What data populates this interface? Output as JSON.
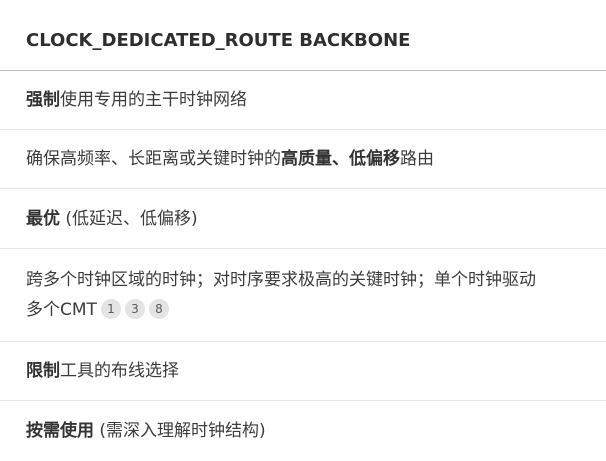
{
  "title": "CLOCK_DEDICATED_ROUTE BACKBONE",
  "rows": [
    {
      "strong": "强制",
      "rest": "使用专用的主干时钟网络"
    },
    {
      "lead": "确保高频率、长距离或关键时钟的",
      "strong": "高质量、低偏移",
      "rest": "路由"
    },
    {
      "strong": "最优",
      "rest": " (低延迟、低偏移)"
    },
    {
      "line1": "跨多个时钟区域的时钟；对时序要求极高的关键时钟；单个时钟驱动",
      "line2": "多个CMT",
      "citations": [
        "1",
        "3",
        "8"
      ]
    },
    {
      "strong": "限制",
      "rest": "工具的布线选择"
    },
    {
      "strong": "按需使用",
      "rest": " (需深入理解时钟结构)"
    }
  ]
}
